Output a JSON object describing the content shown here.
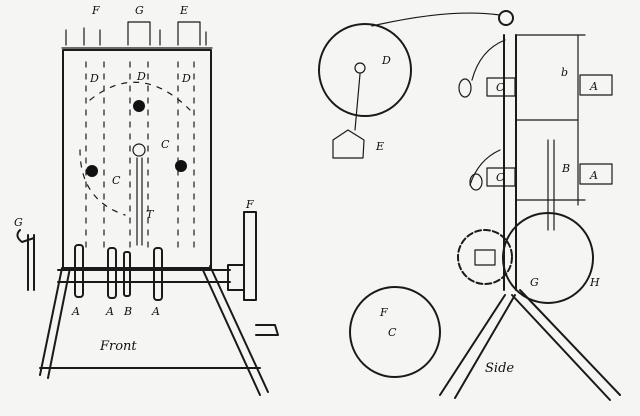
{
  "front_view": {
    "caption": "Front",
    "labels": {
      "top_f": "F",
      "top_g": "G",
      "top_e": "E",
      "d_left": "D",
      "d_mid": "D",
      "d_right": "D",
      "c_right": "C",
      "c_left": "C",
      "t": "T",
      "crank_g": "G",
      "f": "F",
      "a1": "A",
      "a2": "A",
      "b": "B",
      "a3": "A"
    }
  },
  "side_view": {
    "caption": "Side",
    "labels": {
      "d": "D",
      "e": "E",
      "c_top": "C",
      "c_bottom": "C",
      "b_small": "b",
      "a_top": "A",
      "b": "B",
      "a_bottom": "A",
      "g": "G",
      "h": "H",
      "f_wheel": "F",
      "c_wheel": "C"
    }
  }
}
